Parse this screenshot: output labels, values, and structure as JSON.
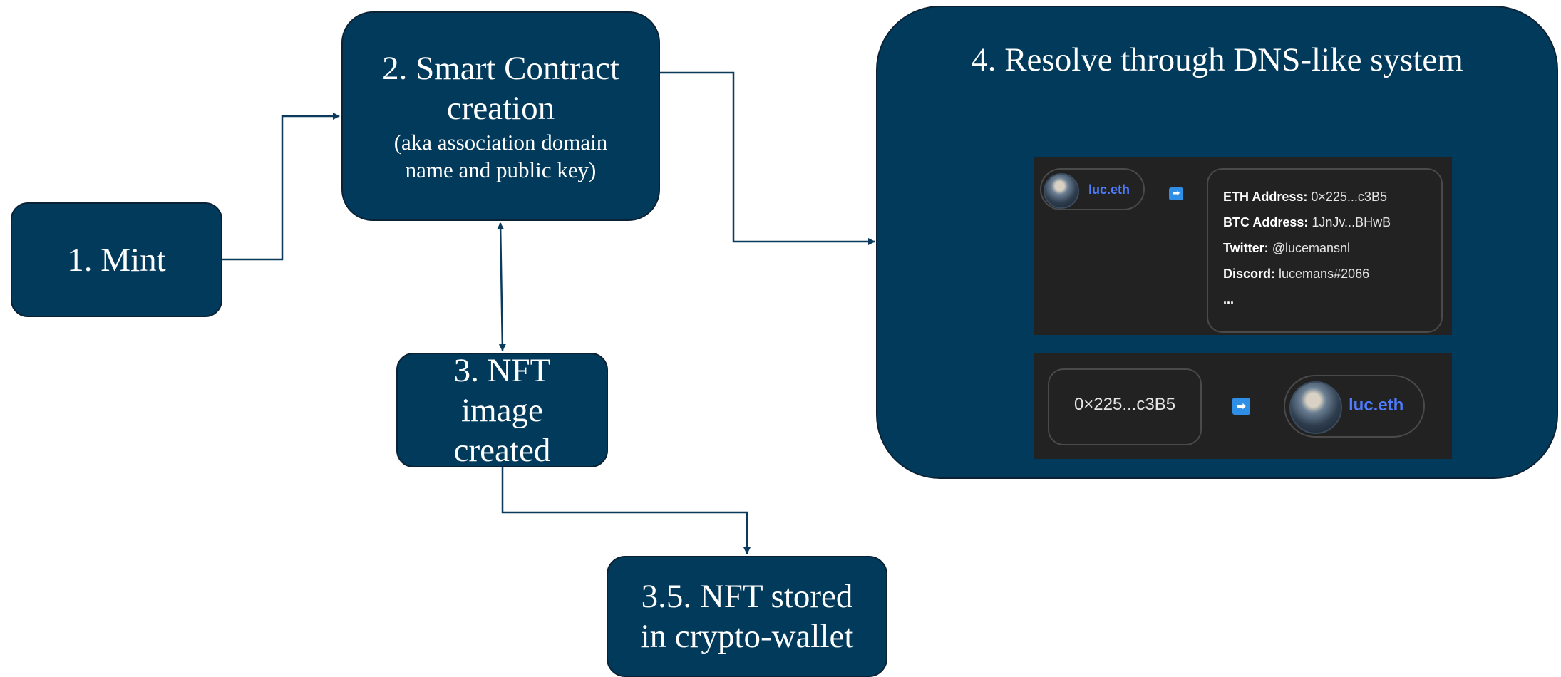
{
  "steps": {
    "mint": {
      "title": "1. Mint"
    },
    "contract": {
      "title_line1": "2. Smart Contract",
      "title_line2": "creation",
      "note_line1": "(aka association domain",
      "note_line2": "name and public key)"
    },
    "nft": {
      "line1": "3. NFT",
      "line2": "image",
      "line3": "created"
    },
    "stored": {
      "line1": "3.5. NFT stored",
      "line2": "in crypto-wallet"
    },
    "resolve": {
      "title": "4. Resolve through DNS-like system"
    }
  },
  "forward_lookup": {
    "name": "luc.eth",
    "arrow_icon": "right-arrow-icon",
    "records": [
      {
        "label": "ETH Address:",
        "value": "0×225...c3B5"
      },
      {
        "label": "BTC Address:",
        "value": "1JnJv...BHwB"
      },
      {
        "label": "Twitter:",
        "value": "@lucemansnl"
      },
      {
        "label": "Discord:",
        "value": "lucemans#2066"
      }
    ],
    "more": "..."
  },
  "reverse_lookup": {
    "address": "0×225...c3B5",
    "arrow_icon": "right-arrow-icon",
    "name": "luc.eth"
  },
  "colors": {
    "box_fill": "#023a5c",
    "box_border": "#0b2236",
    "panel_bg": "#222222",
    "name_link": "#4d7cff",
    "arrow_icon": "#2f8fe6"
  }
}
